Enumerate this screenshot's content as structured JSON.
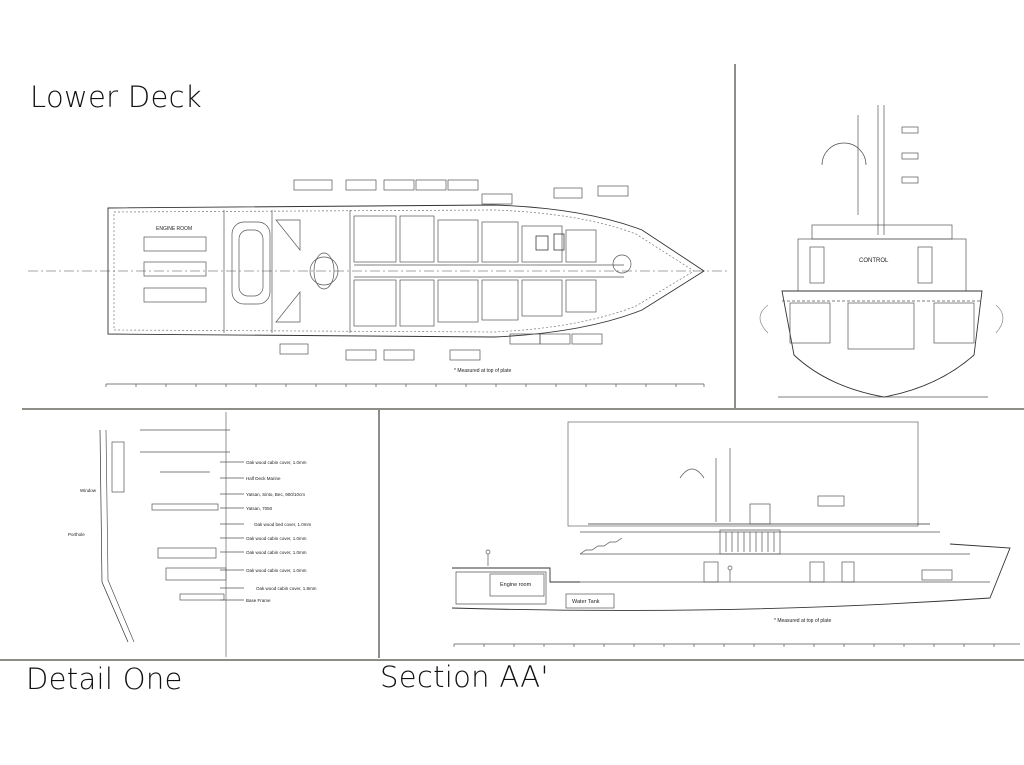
{
  "titles": {
    "lower_deck": "Lower Deck",
    "detail_one": "Detail One",
    "section_aa": "Section AA'"
  },
  "lower_deck_plan": {
    "engine_room": "ENGINE ROOM",
    "note": "* Measured at top of plate"
  },
  "section_view": {
    "control": "CONTROL"
  },
  "detail_one": {
    "left_labels": [
      "Window",
      "Porthole"
    ],
    "callouts": [
      "Oak wood cabin cover, 1.0mm",
      "Half Deck Marine",
      "Yatsan, Sinto, Bec, 900/10cm",
      "Yatsan, 7050",
      "Oak wood bed cover, 1.0mm",
      "Oak wood cabin cover, 1.0mm",
      "Oak wood cabin cover, 1.0mm",
      "Oak wood cabin cover, 1.0mm",
      "Oak wood cabin cover, 1.8mm",
      "Base Frame"
    ]
  },
  "section_aa": {
    "engine_room": "Engine room",
    "water_tank": "Water Tank",
    "note": "* Measured at top of plate"
  },
  "colors": {
    "line": "#444444",
    "divider": "#8e8e88",
    "text": "#111111"
  }
}
